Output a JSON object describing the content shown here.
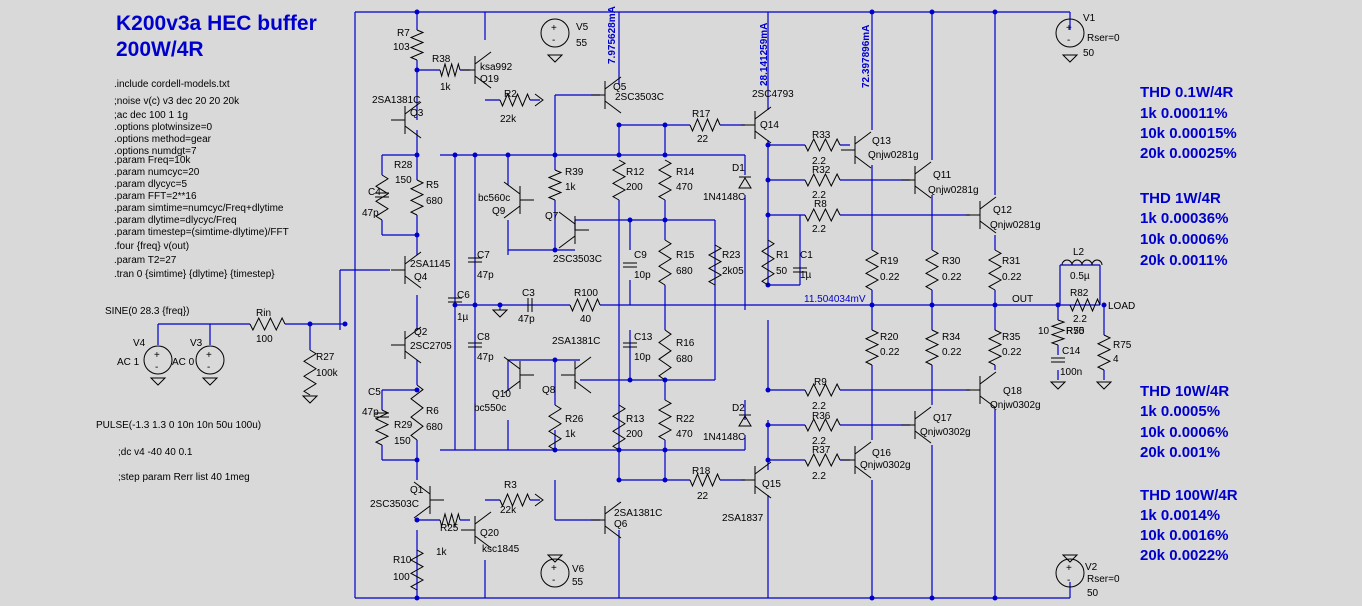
{
  "title": {
    "line1": "K200v3a HEC buffer",
    "line2": "200W/4R"
  },
  "directives": [
    ".include cordell-models.txt",
    ";noise v(c) v3 dec 20 20 20k",
    ";ac dec 100 1 1g",
    ".options plotwinsize=0",
    ".options method=gear",
    ".options numdgt=7",
    ".param Freq=10k",
    ".param numcyc=20",
    ".param dlycyc=5",
    ".param FFT=2**16",
    ".param simtime=numcyc/Freq+dlytime",
    ".param dlytime=dlycyc/Freq",
    ".param timestep=(simtime-dlytime)/FFT",
    ".four {freq} v(out)",
    ".param T2=27",
    ".tran 0 {simtime} {dlytime} {timestep}"
  ],
  "sources": {
    "sine": "SINE(0 28.3 {freq})",
    "pulse": "PULSE(-1.3 1.3 0 10n 10n 50u 100u)",
    "dc": ";dc v4 -40 40 0.1",
    "step": ";step param Rerr list 40 1meg",
    "v4": {
      "name": "V4",
      "ac": "AC 1"
    },
    "v3": {
      "name": "V3",
      "ac": "AC 0"
    },
    "v5": {
      "name": "V5",
      "value": "55"
    },
    "v6": {
      "name": "V6",
      "value": "55"
    },
    "v1": {
      "name": "V1",
      "rser": "Rser=0",
      "value": "50"
    },
    "v2": {
      "name": "V2",
      "rser": "Rser=0",
      "value": "50"
    }
  },
  "thd_blocks": [
    {
      "heading": "THD 0.1W/4R",
      "rows": [
        "1k   0.00011%",
        "10k 0.00015%",
        "20k 0.00025%"
      ]
    },
    {
      "heading": "THD 1W/4R",
      "rows": [
        "1k   0.00036%",
        "10k 0.0006%",
        "20k 0.0011%"
      ]
    },
    {
      "heading": "THD 10W/4R",
      "rows": [
        "1k   0.0005%",
        "10k 0.0006%",
        "20k 0.001%"
      ]
    },
    {
      "heading": "THD 100W/4R",
      "rows": [
        "1k   0.0014%",
        "10k 0.0016%",
        "20k 0.0022%"
      ]
    }
  ],
  "currents": [
    "7.975628mA",
    "28.141259mA",
    "72.397896mA"
  ],
  "node_voltage": "11.504034mV",
  "nets": {
    "out": "OUT",
    "load": "LOAD"
  },
  "resistors": [
    {
      "name": "R7",
      "value": "103"
    },
    {
      "name": "R38",
      "value": "1k"
    },
    {
      "name": "R2",
      "value": "22k"
    },
    {
      "name": "R28",
      "value": "150"
    },
    {
      "name": "R5",
      "value": "680"
    },
    {
      "name": "Rin",
      "value": "100"
    },
    {
      "name": "R27",
      "value": "100k"
    },
    {
      "name": "R6",
      "value": "680"
    },
    {
      "name": "R29",
      "value": "150"
    },
    {
      "name": "R3",
      "value": "22k"
    },
    {
      "name": "R25",
      "value": "1k"
    },
    {
      "name": "R10",
      "value": "100"
    },
    {
      "name": "R39",
      "value": "1k"
    },
    {
      "name": "R12",
      "value": "200"
    },
    {
      "name": "R14",
      "value": "470"
    },
    {
      "name": "R15",
      "value": "680"
    },
    {
      "name": "R23",
      "value": "2k05"
    },
    {
      "name": "R100",
      "value": "40"
    },
    {
      "name": "R16",
      "value": "680"
    },
    {
      "name": "R26",
      "value": "1k"
    },
    {
      "name": "R13",
      "value": "200"
    },
    {
      "name": "R22",
      "value": "470"
    },
    {
      "name": "R17",
      "value": "22"
    },
    {
      "name": "R18",
      "value": "22"
    },
    {
      "name": "R1",
      "value": "50"
    },
    {
      "name": "R33",
      "value": "2.2"
    },
    {
      "name": "R32",
      "value": "2.2"
    },
    {
      "name": "R8",
      "value": "2.2"
    },
    {
      "name": "R9",
      "value": "2.2"
    },
    {
      "name": "R36",
      "value": "2.2"
    },
    {
      "name": "R37",
      "value": "2.2"
    },
    {
      "name": "R19",
      "value": "0.22"
    },
    {
      "name": "R30",
      "value": "0.22"
    },
    {
      "name": "R31",
      "value": "0.22"
    },
    {
      "name": "R20",
      "value": "0.22"
    },
    {
      "name": "R34",
      "value": "0.22"
    },
    {
      "name": "R35",
      "value": "0.22"
    },
    {
      "name": "R82",
      "value": "2.2"
    },
    {
      "name": "R50",
      "value": "10"
    },
    {
      "name": "R75",
      "value": "4"
    }
  ],
  "capacitors": [
    {
      "name": "C4",
      "value": "47p"
    },
    {
      "name": "C5",
      "value": "47p"
    },
    {
      "name": "C7",
      "value": "47p"
    },
    {
      "name": "C8",
      "value": "47p"
    },
    {
      "name": "C6",
      "value": "1µ"
    },
    {
      "name": "C3",
      "value": "47p"
    },
    {
      "name": "C9",
      "value": "10p"
    },
    {
      "name": "C13",
      "value": "10p"
    },
    {
      "name": "C1",
      "value": "1µ"
    },
    {
      "name": "C14",
      "value": "100n"
    }
  ],
  "inductors": [
    {
      "name": "L2",
      "value": "0.5µ"
    }
  ],
  "diodes": [
    {
      "name": "D1",
      "model": "1N4148C"
    },
    {
      "name": "D2",
      "model": "1N4148C"
    }
  ],
  "transistors": [
    {
      "name": "Q19",
      "model": "ksa992"
    },
    {
      "name": "Q3",
      "model": "2SA1381C"
    },
    {
      "name": "Q4",
      "model": "2SA1145"
    },
    {
      "name": "Q2",
      "model": "2SC2705"
    },
    {
      "name": "Q1",
      "model": "2SC3503C"
    },
    {
      "name": "Q20",
      "model": "ksc1845"
    },
    {
      "name": "Q5",
      "model": "2SC3503C"
    },
    {
      "name": "Q9",
      "model": "bc560c"
    },
    {
      "name": "Q7",
      "model": "2SC3503C"
    },
    {
      "name": "Q10",
      "model": "bc550c"
    },
    {
      "name": "Q8",
      "model": "2SA1381C"
    },
    {
      "name": "Q6",
      "model": "2SA1381C"
    },
    {
      "name": "Q14",
      "model": "2SC4793"
    },
    {
      "name": "Q15",
      "model": "2SA1837"
    },
    {
      "name": "Q13",
      "model": "Qnjw0281g"
    },
    {
      "name": "Q11",
      "model": "Qnjw0281g"
    },
    {
      "name": "Q12",
      "model": "Qnjw0281g"
    },
    {
      "name": "Q18",
      "model": "Qnjw0302g"
    },
    {
      "name": "Q17",
      "model": "Qnjw0302g"
    },
    {
      "name": "Q16",
      "model": "Qnjw0302g"
    }
  ]
}
